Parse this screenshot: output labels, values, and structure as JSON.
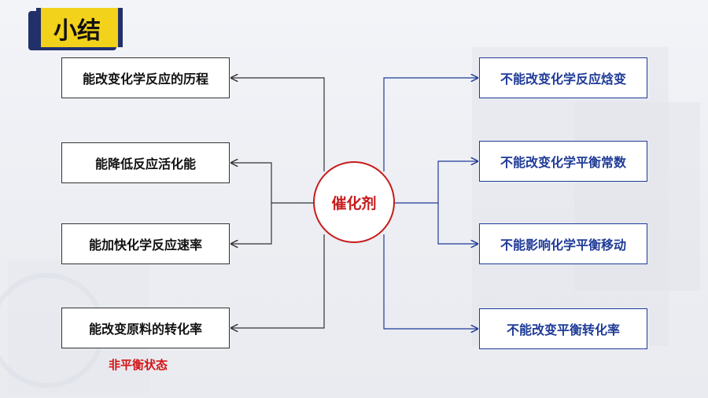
{
  "title": "小结",
  "center": {
    "label": "催化剂"
  },
  "left_items": [
    "能改变化学反应的历程",
    "能降低反应活化能",
    "能加快化学反应速率",
    "能改变原料的转化率"
  ],
  "left_note": "非平衡状态",
  "right_items": [
    "不能改变化学反应焓变",
    "不能改变化学平衡常数",
    "不能影响化学平衡移动",
    "不能改变平衡转化率"
  ],
  "colors": {
    "accent_red": "#c71b1b",
    "note_red": "#d21414",
    "right_blue": "#1f3b97",
    "left_dark": "#333333",
    "banner_yellow": "#f2d21b",
    "banner_navy": "#22306a"
  }
}
